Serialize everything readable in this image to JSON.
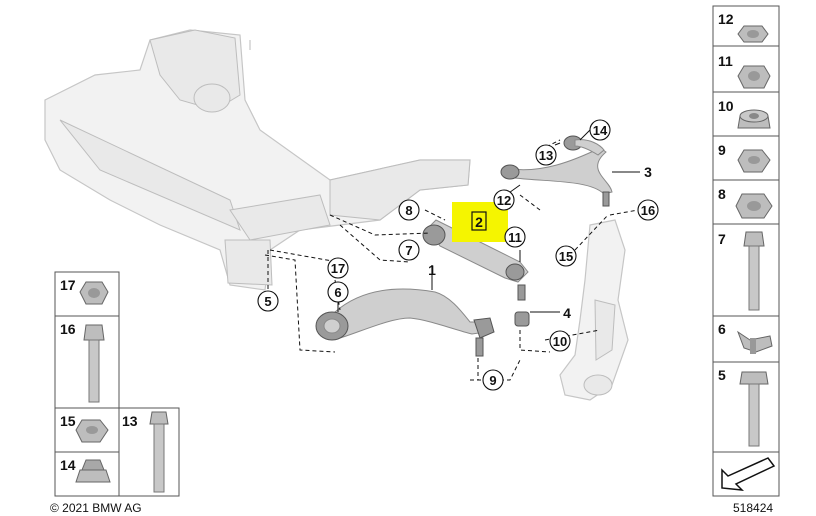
{
  "callouts": {
    "c1": "1",
    "c2": "2",
    "c3": "3",
    "c4": "4",
    "c5": "5",
    "c6": "6",
    "c7": "7",
    "c8": "8",
    "c9": "9",
    "c10": "10",
    "c11": "11",
    "c12": "12",
    "c13": "13",
    "c14": "14",
    "c15": "15",
    "c16": "16",
    "c17": "17"
  },
  "right_panel": {
    "p12": "12",
    "p11": "11",
    "p10": "10",
    "p9": "9",
    "p8": "8",
    "p7": "7",
    "p6": "6",
    "p5": "5"
  },
  "left_panel": {
    "p17": "17",
    "p16": "16",
    "p15": "15",
    "p13": "13",
    "p14": "14"
  },
  "footer": {
    "copyright": "© 2021 BMW AG",
    "diagram_id": "518424"
  },
  "colors": {
    "highlight": "#f5f500",
    "frame": "#f2f2f2",
    "outline": "#555555"
  }
}
